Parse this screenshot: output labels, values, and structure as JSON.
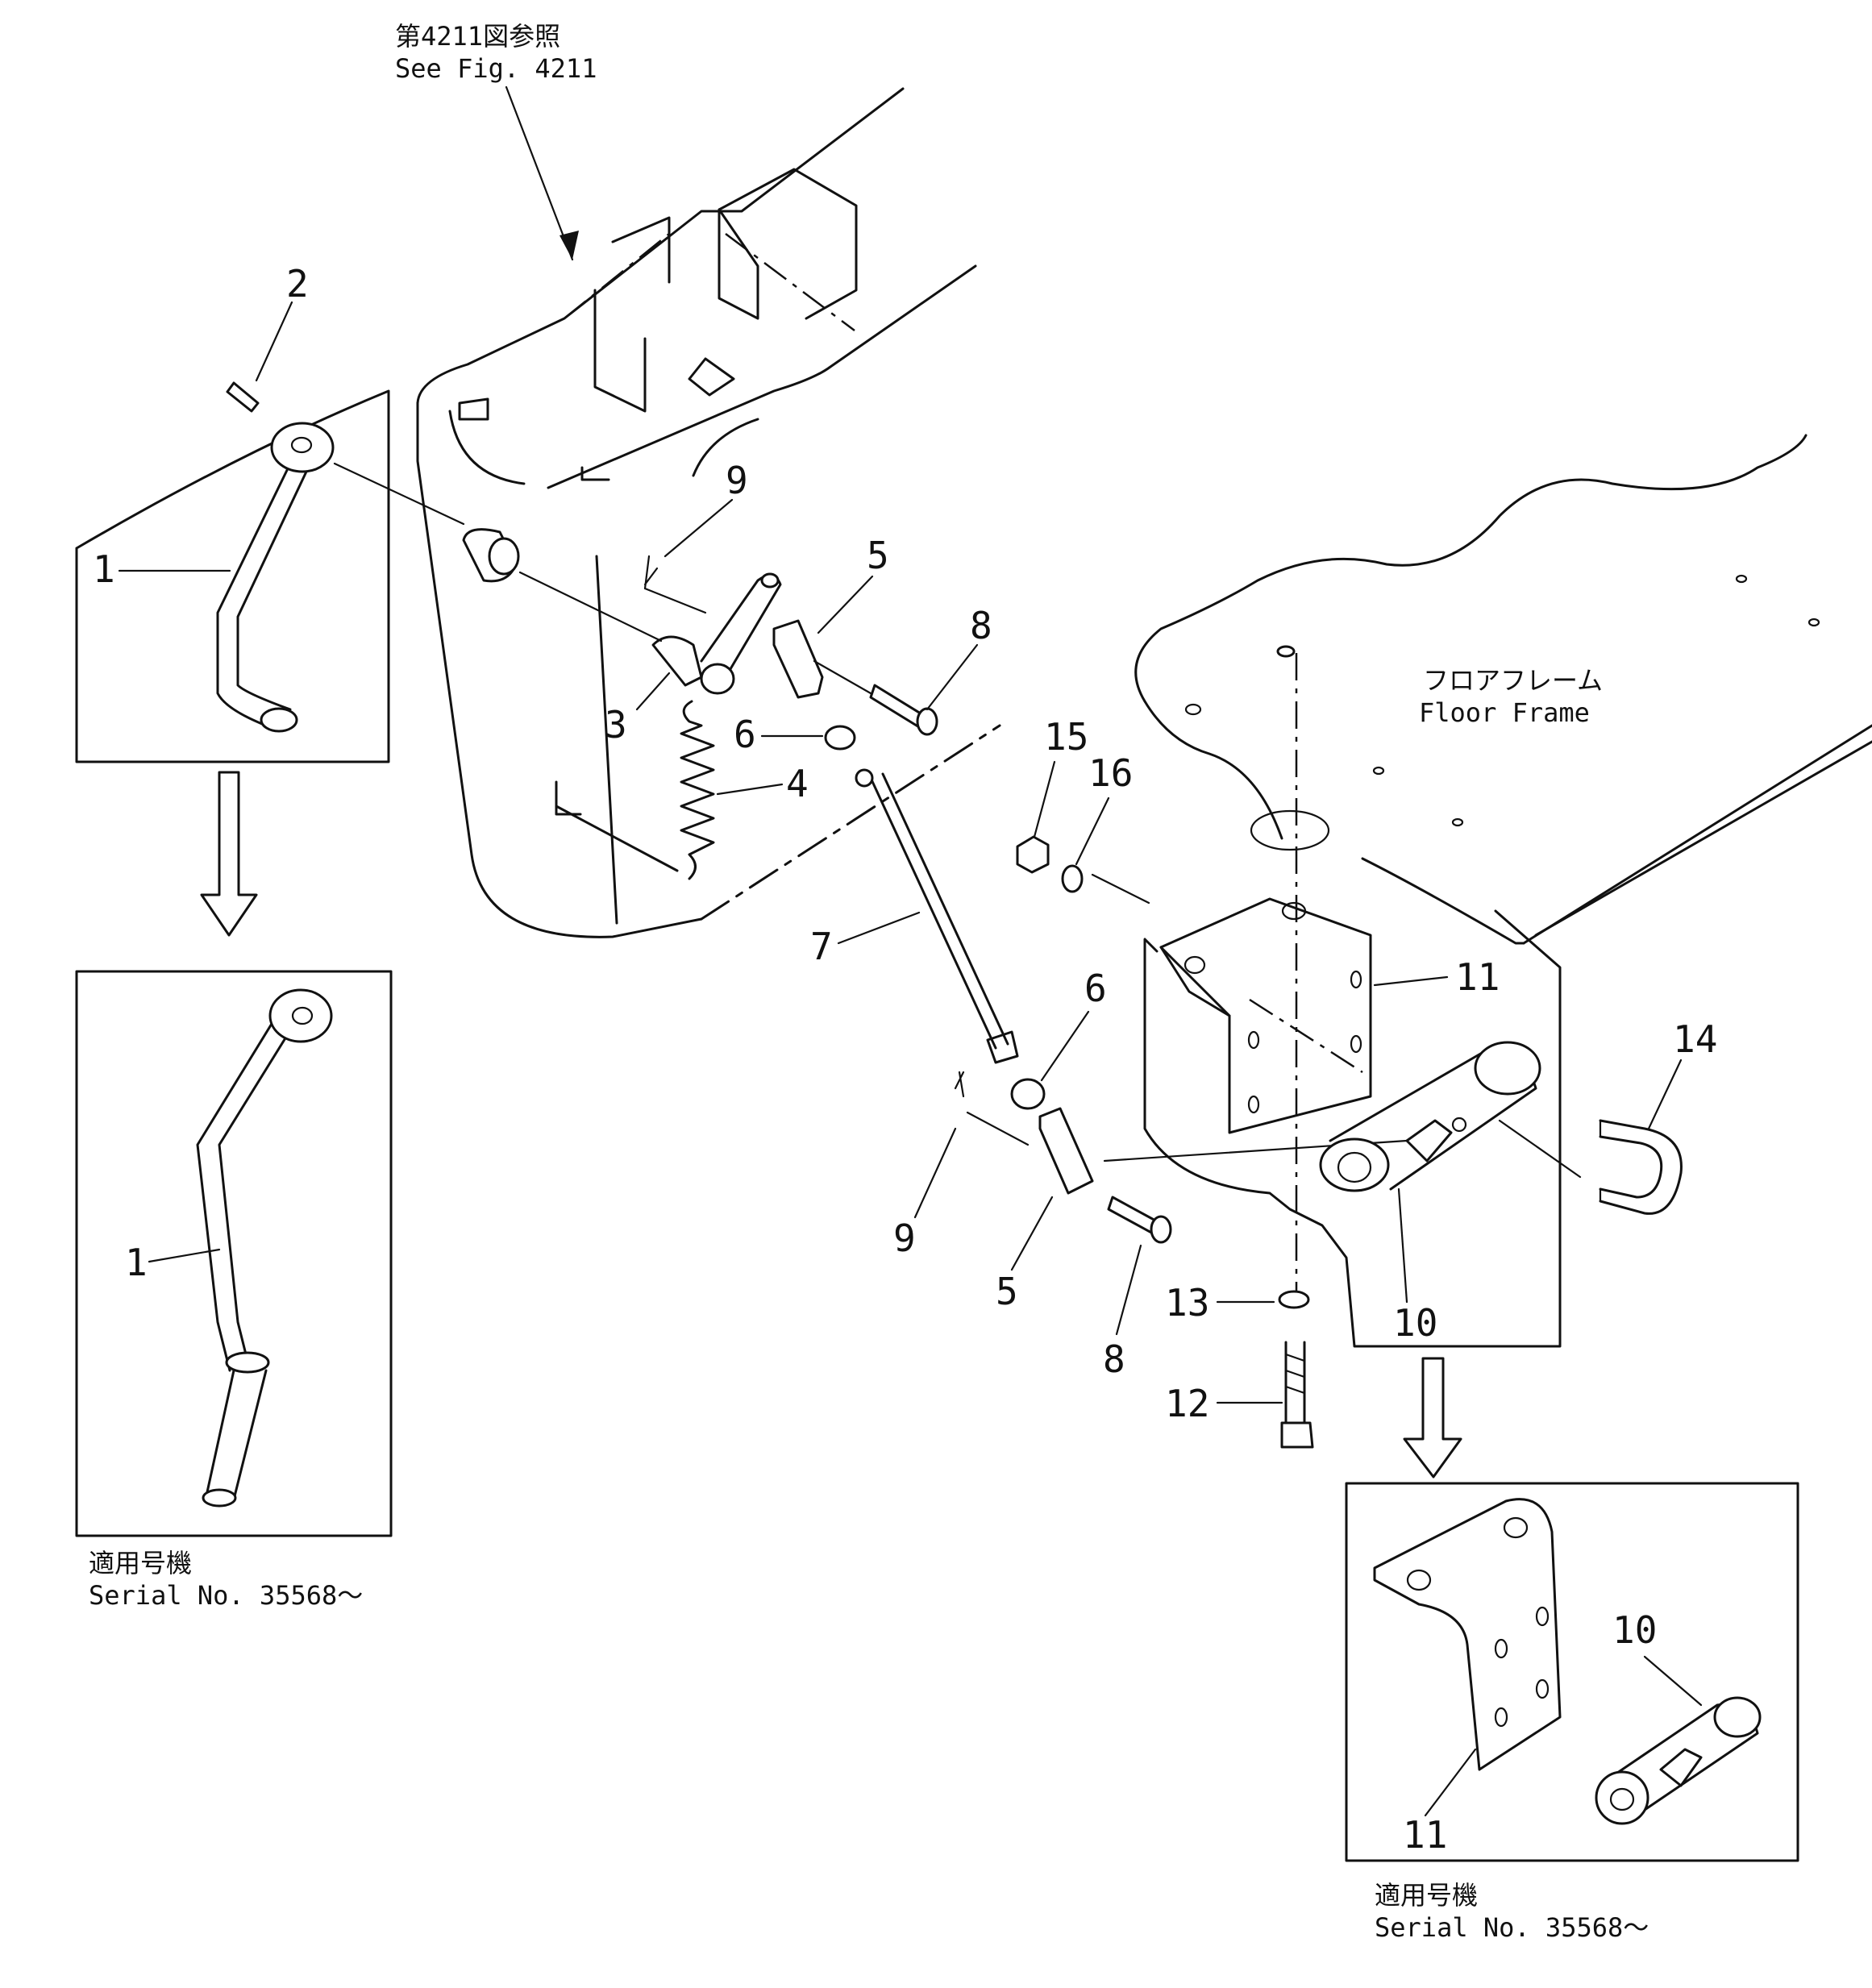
{
  "reference": {
    "jp": "第4211図参照",
    "en": "See  Fig. 4211"
  },
  "floor_frame": {
    "jp": "フロアフレーム",
    "en": "Floor  Frame"
  },
  "serial_note_left": {
    "jp": "適用号機",
    "en": "Serial  No. 35568～"
  },
  "serial_note_right": {
    "jp": "適用号機",
    "en": "Serial  No. 35568～"
  },
  "callouts": {
    "c1a": "1",
    "c1b": "1",
    "c2": "2",
    "c3": "3",
    "c4": "4",
    "c5a": "5",
    "c5b": "5",
    "c6a": "6",
    "c6b": "6",
    "c7": "7",
    "c8a": "8",
    "c8b": "8",
    "c9a": "9",
    "c9b": "9",
    "c10a": "10",
    "c10b": "10",
    "c11a": "11",
    "c11b": "11",
    "c12": "12",
    "c13": "13",
    "c14": "14",
    "c15": "15",
    "c16": "16"
  }
}
